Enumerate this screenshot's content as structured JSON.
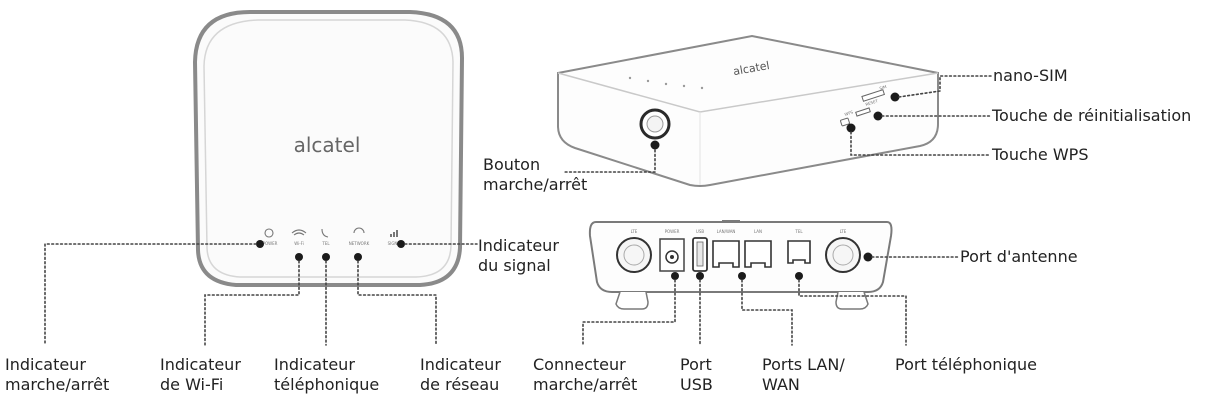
{
  "device": {
    "brand": "alcatel",
    "front_led_labels": [
      "POWER",
      "Wi-Fi",
      "TEL",
      "NETWORK",
      "SIGNAL"
    ],
    "top_logo": "alcatel",
    "back_port_labels": {
      "lte_left": "LTE",
      "power": "POWER",
      "usb": "USB",
      "lan_wan": "LAN/WAN",
      "lan": "LAN",
      "tel": "TEL",
      "lte_right": "LTE"
    },
    "side_slot_labels": [
      "SIM",
      "RESET",
      "WPS"
    ]
  },
  "labels": {
    "power_indicator": [
      "Indicateur",
      "marche/arrêt"
    ],
    "wifi_indicator": [
      "Indicateur",
      "de Wi-Fi"
    ],
    "phone_indicator": [
      "Indicateur",
      "téléphonique"
    ],
    "network_indicator": [
      "Indicateur",
      "de réseau"
    ],
    "signal_indicator": [
      "Indicateur",
      "du signal"
    ],
    "power_button": [
      "Bouton",
      "marche/arrêt"
    ],
    "nano_sim": "nano-SIM",
    "reset_key": "Touche de réinitialisation",
    "wps_key": "Touche WPS",
    "antenna_port": "Port d'antenne",
    "power_connector": [
      "Connecteur",
      "marche/arrêt"
    ],
    "usb_port": [
      "Port",
      "USB"
    ],
    "lan_wan_ports": [
      "Ports LAN/",
      "WAN"
    ],
    "phone_port": "Port téléphonique"
  }
}
